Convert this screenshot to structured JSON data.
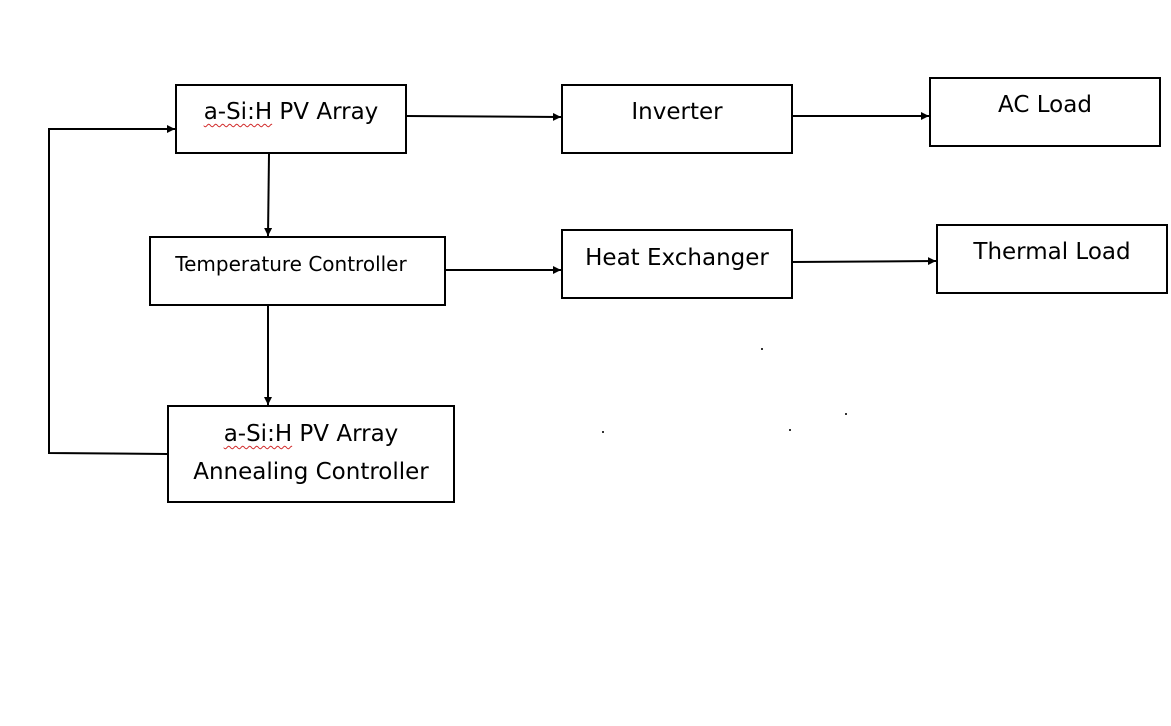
{
  "diagram": {
    "nodes": {
      "pv_array": {
        "prefix": "a-Si:H",
        "rest": " PV Array"
      },
      "inverter": {
        "label": "Inverter"
      },
      "ac_load": {
        "label": "AC Load"
      },
      "temperature_controller": {
        "label": "Temperature Controller"
      },
      "heat_exchanger": {
        "label": "Heat Exchanger"
      },
      "thermal_load": {
        "label": "Thermal Load"
      },
      "annealing_controller": {
        "line1_prefix": "a-Si:H",
        "line1_rest": " PV Array",
        "line2": "Annealing Controller"
      }
    },
    "edges": [
      {
        "from": "a-Si:H PV Array",
        "to": "Inverter"
      },
      {
        "from": "Inverter",
        "to": "AC Load"
      },
      {
        "from": "a-Si:H PV Array",
        "to": "Temperature Controller"
      },
      {
        "from": "Temperature Controller",
        "to": "Heat Exchanger"
      },
      {
        "from": "Heat Exchanger",
        "to": "Thermal Load"
      },
      {
        "from": "Temperature Controller",
        "to": "a-Si:H PV Array Annealing Controller"
      },
      {
        "from": "a-Si:H PV Array Annealing Controller",
        "to": "a-Si:H PV Array"
      }
    ],
    "colors": {
      "line": "#000000",
      "background": "#ffffff",
      "spellcheck_underline": "#d12a2a"
    }
  }
}
